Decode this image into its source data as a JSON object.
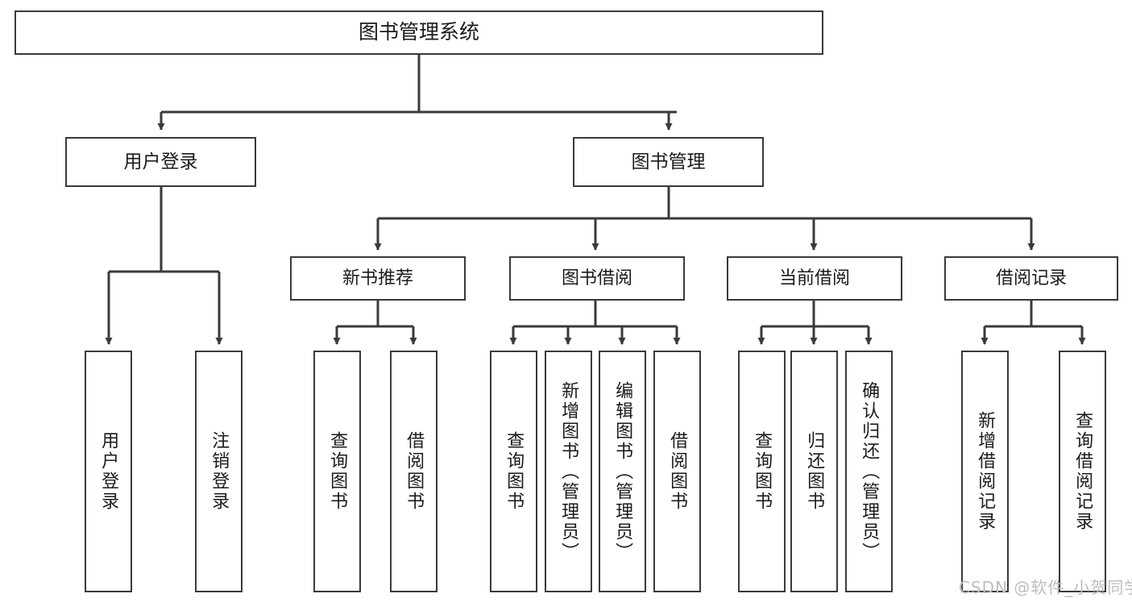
{
  "diagram": {
    "title": "图书管理系统",
    "type": "tree",
    "orientation": "top-down",
    "colors": {
      "box_border": "#3a3a3a",
      "box_fill": "#ffffff",
      "edge": "#3a3a3a",
      "text": "#1b1b1b",
      "watermark": "#bdbdbd",
      "background": "#ffffff"
    },
    "watermark": "CSDN @软件_小贺同学",
    "nodes": {
      "root": {
        "label": "图书管理系统",
        "level": 0,
        "orientation": "horizontal"
      },
      "n_user_login": {
        "label": "用户登录",
        "level": 1,
        "orientation": "horizontal"
      },
      "n_book_mgmt": {
        "label": "图书管理",
        "level": 1,
        "orientation": "horizontal"
      },
      "n_new_book_rec": {
        "label": "新书推荐",
        "level": 2,
        "orientation": "horizontal"
      },
      "n_book_borrow": {
        "label": "图书借阅",
        "level": 2,
        "orientation": "horizontal"
      },
      "n_current_borrow": {
        "label": "当前借阅",
        "level": 2,
        "orientation": "horizontal"
      },
      "n_borrow_record": {
        "label": "借阅记录",
        "level": 2,
        "orientation": "horizontal"
      },
      "l_user_login": {
        "label": "用户登录",
        "level": 3,
        "orientation": "vertical"
      },
      "l_user_logout": {
        "label": "注销登录",
        "level": 3,
        "orientation": "vertical"
      },
      "l_rec_query": {
        "label": "查询图书",
        "level": 3,
        "orientation": "vertical"
      },
      "l_rec_borrow": {
        "label": "借阅图书",
        "level": 3,
        "orientation": "vertical"
      },
      "l_borrow_query": {
        "label": "查询图书",
        "level": 3,
        "orientation": "vertical"
      },
      "l_borrow_add": {
        "label": "新增图书（管理员）",
        "level": 3,
        "orientation": "vertical"
      },
      "l_borrow_edit": {
        "label": "编辑图书（管理员）",
        "level": 3,
        "orientation": "vertical"
      },
      "l_borrow_do": {
        "label": "借阅图书",
        "level": 3,
        "orientation": "vertical"
      },
      "l_cur_query": {
        "label": "查询图书",
        "level": 3,
        "orientation": "vertical"
      },
      "l_cur_return": {
        "label": "归还图书",
        "level": 3,
        "orientation": "vertical"
      },
      "l_cur_confirm": {
        "label": "确认归还（管理员）",
        "level": 3,
        "orientation": "vertical"
      },
      "l_rec_add": {
        "label": "新增借阅记录",
        "level": 3,
        "orientation": "vertical"
      },
      "l_rec_search": {
        "label": "查询借阅记录",
        "level": 3,
        "orientation": "vertical"
      }
    },
    "hierarchy": [
      {
        "label": "图书管理系统",
        "children": [
          {
            "label": "用户登录",
            "children": [
              {
                "label": "用户登录"
              },
              {
                "label": "注销登录"
              }
            ]
          },
          {
            "label": "图书管理",
            "children": [
              {
                "label": "新书推荐",
                "children": [
                  {
                    "label": "查询图书"
                  },
                  {
                    "label": "借阅图书"
                  }
                ]
              },
              {
                "label": "图书借阅",
                "children": [
                  {
                    "label": "查询图书"
                  },
                  {
                    "label": "新增图书（管理员）"
                  },
                  {
                    "label": "编辑图书（管理员）"
                  },
                  {
                    "label": "借阅图书"
                  }
                ]
              },
              {
                "label": "当前借阅",
                "children": [
                  {
                    "label": "查询图书"
                  },
                  {
                    "label": "归还图书"
                  },
                  {
                    "label": "确认归还（管理员）"
                  }
                ]
              },
              {
                "label": "借阅记录",
                "children": [
                  {
                    "label": "新增借阅记录"
                  },
                  {
                    "label": "查询借阅记录"
                  }
                ]
              }
            ]
          }
        ]
      }
    ]
  }
}
